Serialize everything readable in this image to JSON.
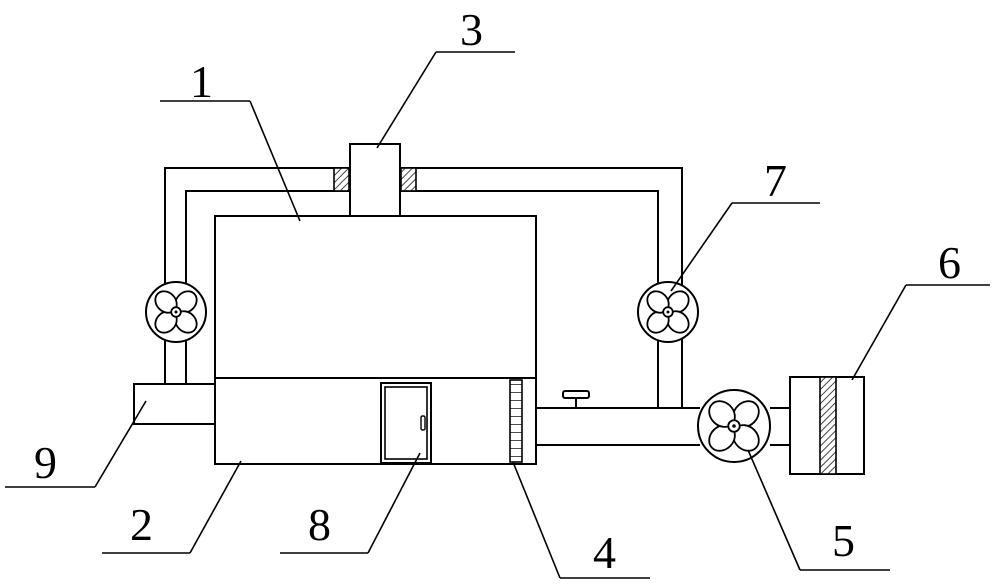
{
  "labels": {
    "l1": "1",
    "l2": "2",
    "l3": "3",
    "l4": "4",
    "l5": "5",
    "l6": "6",
    "l7": "7",
    "l8": "8",
    "l9": "9"
  },
  "icons": {
    "fan": "fan-icon",
    "hatch": "hatched-block"
  },
  "colors": {
    "stroke": "#000000",
    "background": "#ffffff",
    "hatch": "#555555"
  }
}
